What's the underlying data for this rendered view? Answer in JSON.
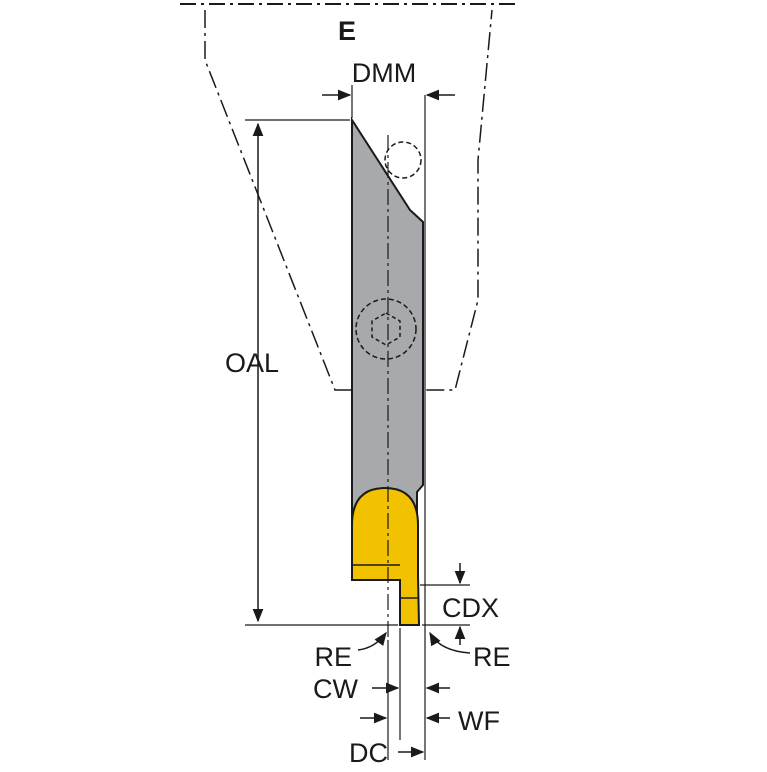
{
  "view_label": "E",
  "dimensions": {
    "dmm": "DMM",
    "oal": "OAL",
    "cdx": "CDX",
    "re_left": "RE",
    "re_right": "RE",
    "cw": "CW",
    "wf": "WF",
    "dc": "DC"
  },
  "colors": {
    "shank": "#a7a9ac",
    "insert": "#f2c200",
    "line": "#1a1a1a",
    "background": "#ffffff"
  }
}
